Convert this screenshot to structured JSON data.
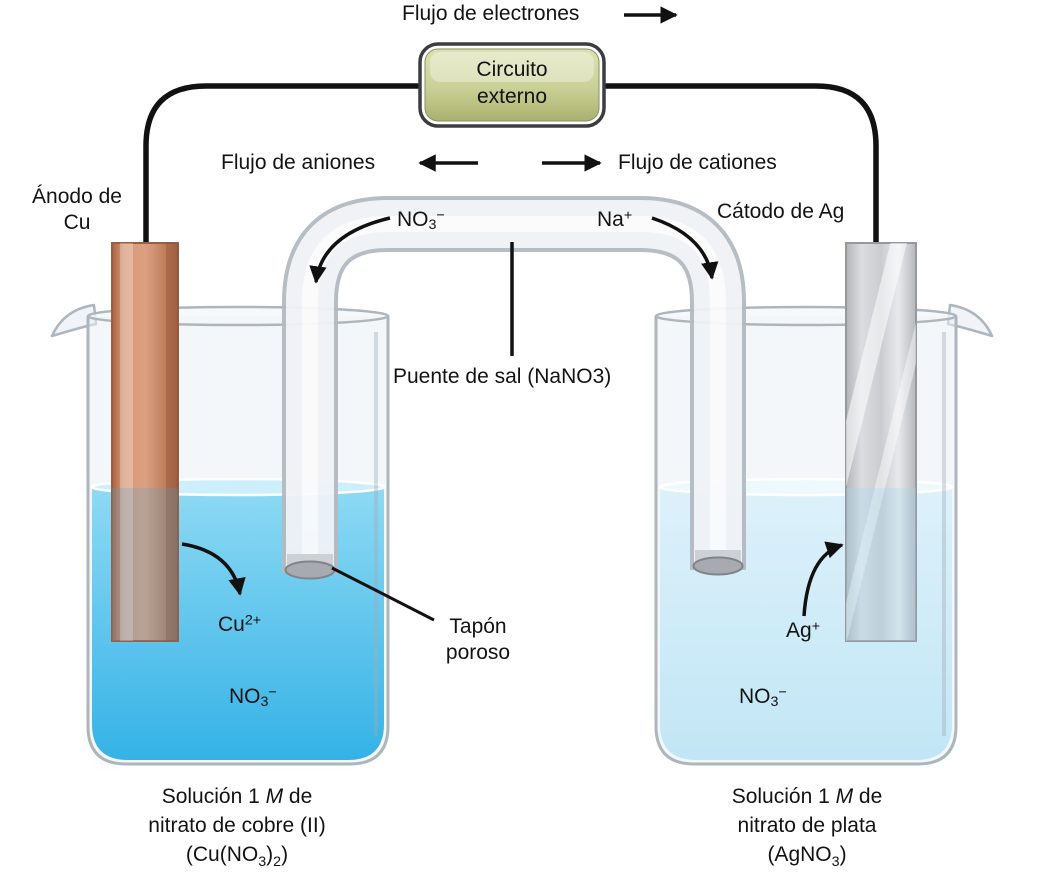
{
  "labels": {
    "electron_flow": "Flujo de electrones",
    "external_circuit": {
      "line1": "Circuito",
      "line2": "externo"
    },
    "anion_flow": "Flujo de aniones",
    "cation_flow": "Flujo de cationes",
    "anode": {
      "line1": "Ánodo de",
      "line2": "Cu"
    },
    "cathode": "Cátodo de Ag",
    "salt_bridge": "Puente de sal (NaNO3)",
    "porous_plug": {
      "line1": "Tapón",
      "line2": "poroso"
    }
  },
  "ions": {
    "nitrate": [
      {
        "text": "NO"
      },
      {
        "style": "sub",
        "text": "3"
      },
      {
        "style": "sup",
        "text": "−"
      }
    ],
    "sodium": [
      {
        "text": "Na"
      },
      {
        "style": "sup",
        "text": "+"
      }
    ],
    "copper_ion": [
      {
        "text": "Cu"
      },
      {
        "style": "sup",
        "text": "2+"
      }
    ],
    "silver_ion": [
      {
        "text": "Ag"
      },
      {
        "style": "sup",
        "text": "+"
      }
    ]
  },
  "captions": {
    "left": {
      "line1": [
        {
          "text": "Solución 1 "
        },
        {
          "style": "i",
          "text": "M"
        },
        {
          "text": " de"
        }
      ],
      "line2": "nitrato de cobre (II)",
      "line3": [
        {
          "text": "(Cu(NO"
        },
        {
          "style": "sub",
          "text": "3"
        },
        {
          "text": ")"
        },
        {
          "style": "sub",
          "text": "2"
        },
        {
          "text": ")"
        }
      ]
    },
    "right": {
      "line1": [
        {
          "text": "Solución 1 "
        },
        {
          "style": "i",
          "text": "M"
        },
        {
          "text": " de"
        }
      ],
      "line2": "nitrato de plata",
      "line3": [
        {
          "text": "(AgNO"
        },
        {
          "style": "sub",
          "text": "3"
        },
        {
          "text": ")"
        }
      ]
    }
  },
  "colors": {
    "wire": "#111111",
    "circuit_box_fill": "#c9d095",
    "copper_electrode": "#c9825f",
    "silver_electrode": "#c9cacd",
    "left_solution": "#4fc1ec",
    "right_solution": "#cfeaf7",
    "glass_outline": "#aeb6bd"
  }
}
